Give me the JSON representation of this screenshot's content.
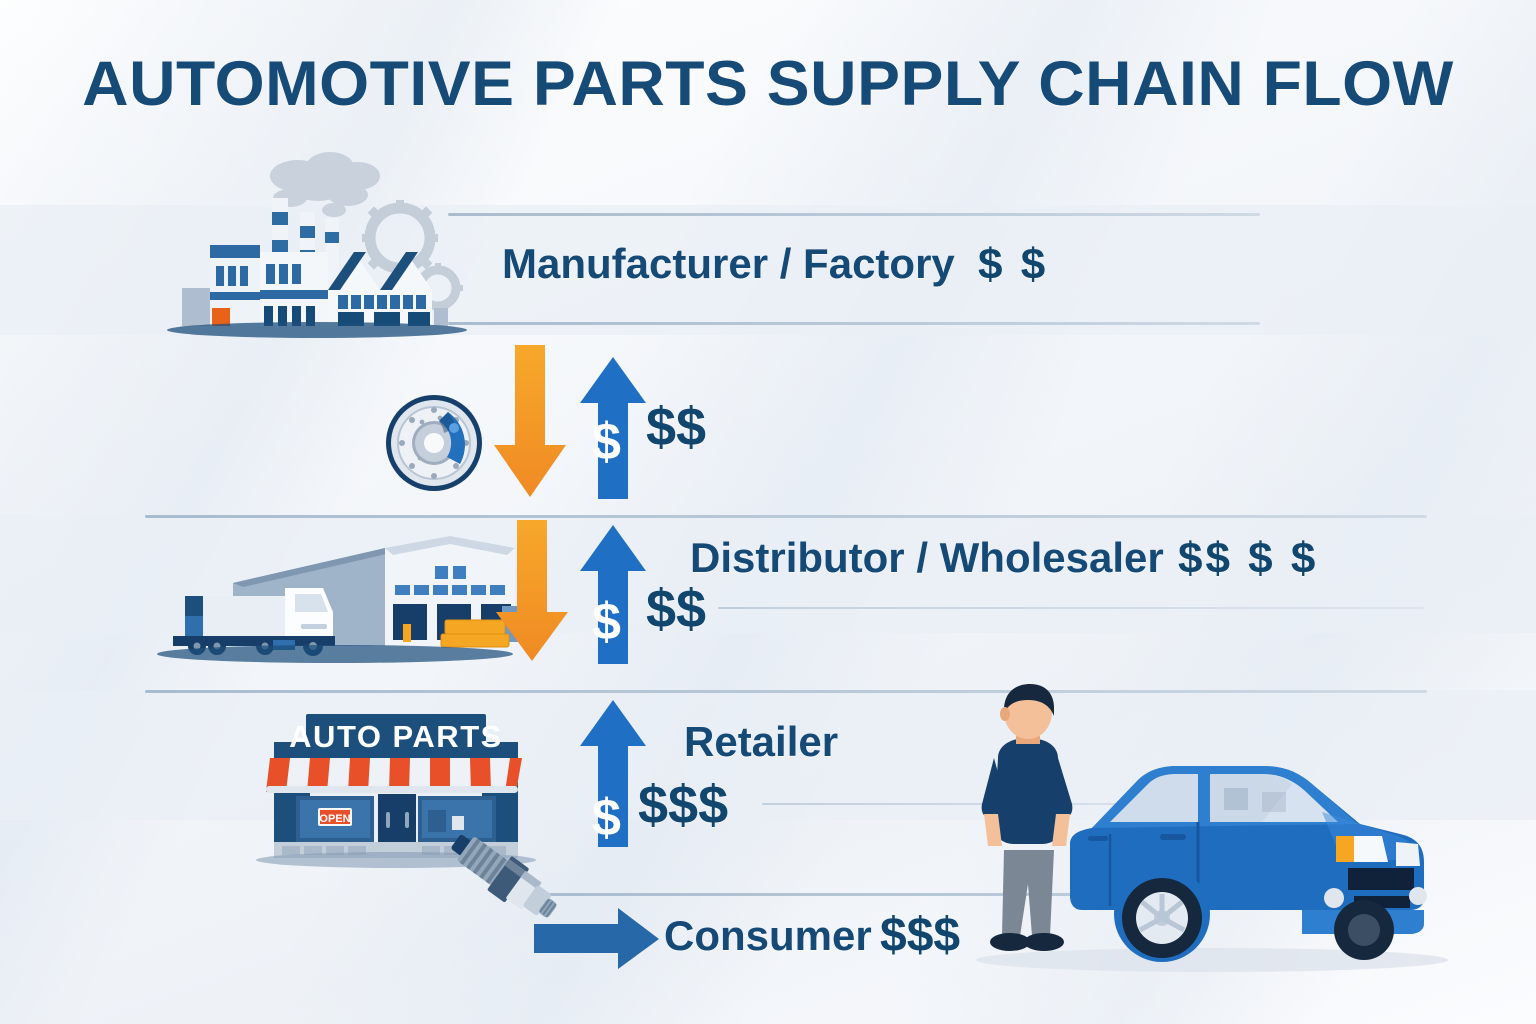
{
  "title": "AUTOMOTIVE PARTS SUPPLY CHAIN FLOW",
  "colors": {
    "title_navy": "#164a77",
    "label_navy": "#154a77",
    "money_navy": "#11466f",
    "goods_arrow_orange": "#ef6c1a",
    "money_arrow_blue": "#1f6fc4",
    "consumer_arrow_blue": "#2668a8",
    "background": "#f3f6fa",
    "band": "#eaeff6",
    "rule": "#a9bccd",
    "store_sign_navy": "#1d4f7c",
    "awning_red": "#e8502a",
    "car_blue": "#1f6dbf",
    "shirt_navy": "#16406b",
    "pants_grey": "#7b8794",
    "pallet_orange": "#f5a623"
  },
  "stages": [
    {
      "id": "manufacturer",
      "label": "Manufacturer / Factory",
      "money": "$ $",
      "money_count": 2,
      "icon": "factory-icon"
    },
    {
      "id": "distributor",
      "label": "Distributor / Wholesaler",
      "money": "$$ $ $",
      "money_count": 4,
      "icon": "warehouse-truck-icon"
    },
    {
      "id": "retailer",
      "label": "Retailer",
      "money": "$$$",
      "money_count": 3,
      "icon": "auto-parts-store-icon"
    },
    {
      "id": "consumer",
      "label": "Consumer",
      "money": "$$$",
      "money_count": 3,
      "icon": "person-with-car-icon"
    }
  ],
  "flows": [
    {
      "id": "mfr-to-dist",
      "goods_arrow": "down-arrow-orange",
      "money_arrow": "up-arrow-blue",
      "money_arrow_glyph": "$",
      "money": "$$",
      "part_icon": "brake-rotor-icon"
    },
    {
      "id": "dist-to-retail",
      "goods_arrow": "down-arrow-orange",
      "money_arrow": "up-arrow-blue",
      "money_arrow_glyph": "$",
      "money": "$$",
      "part_icon": "warehouse-truck-icon"
    },
    {
      "id": "retail-to-consumer",
      "goods_arrow": "right-arrow-blue",
      "money_arrow": "up-arrow-blue",
      "money_arrow_glyph": "$",
      "money": "$$$",
      "part_icon": "spark-plug-icon"
    }
  ],
  "store": {
    "sign_text": "AUTO PARTS",
    "open_sign_text": "OPEN"
  }
}
